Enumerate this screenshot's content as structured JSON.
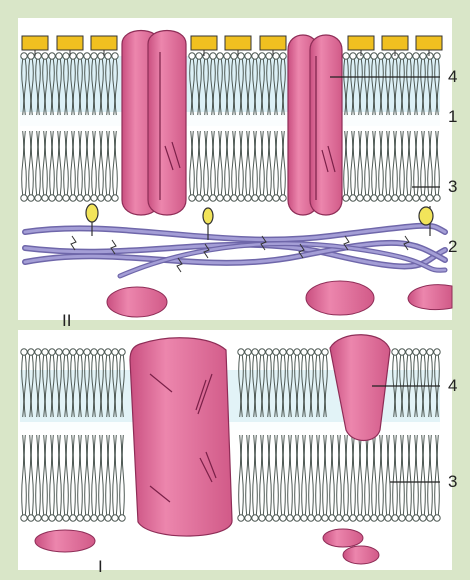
{
  "colors": {
    "background": "#d9e6c8",
    "panel": "#ffffff",
    "lipid_tail": "#4f5a55",
    "lipid_head": "#ffffff",
    "membrane_tint": "#bfe4ee",
    "protein": "#e0709a",
    "protein_dark": "#b24070",
    "filament": "#8f87c4",
    "glycolipid_head": "#f0c020",
    "glycan": "#f2e45a"
  },
  "labels": {
    "l4_top": "4",
    "l1": "1",
    "l3_top": "3",
    "l2": "2",
    "l4_bottom": "4",
    "l3_bottom": "3",
    "roman_ii": "II",
    "roman_i": "I"
  }
}
